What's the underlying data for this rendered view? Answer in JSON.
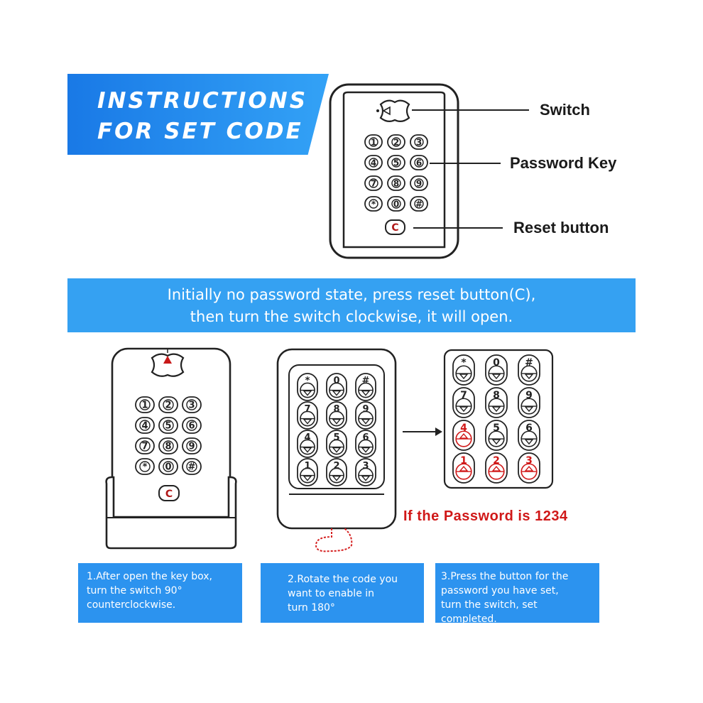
{
  "title": {
    "line1": "INSTRUCTIONS",
    "line2": "FOR SET CODE"
  },
  "keypad_labels": {
    "switch": "Switch",
    "password_key": "Password Key",
    "reset_button": "Reset button"
  },
  "info_banner": {
    "line1": "Initially no password state, press reset button(C),",
    "line2": "then turn the switch clockwise, it will open."
  },
  "keys": {
    "front": [
      "1",
      "2",
      "3",
      "4",
      "5",
      "6",
      "7",
      "8",
      "9",
      "*",
      "0",
      "#"
    ],
    "back": [
      "*",
      "0",
      "#",
      "7",
      "8",
      "9",
      "4",
      "5",
      "6",
      "1",
      "2",
      "3"
    ],
    "reset": "C"
  },
  "password_highlight": [
    "4",
    "1",
    "2",
    "3"
  ],
  "password_note": "If the Password is 1234",
  "steps": [
    {
      "line1": "1.After open the key box,",
      "line2": "turn the switch 90°",
      "line3": "counterclockwise."
    },
    {
      "line1": "2.Rotate the code you",
      "line2": "want to enable in",
      "line3": "turn 180°"
    },
    {
      "line1": "3.Press the button for the",
      "line2": "password you have set,",
      "line3": "turn the switch, set completed."
    }
  ],
  "colors": {
    "accent_blue": "#35a1f2",
    "highlight_red": "#d01818"
  }
}
